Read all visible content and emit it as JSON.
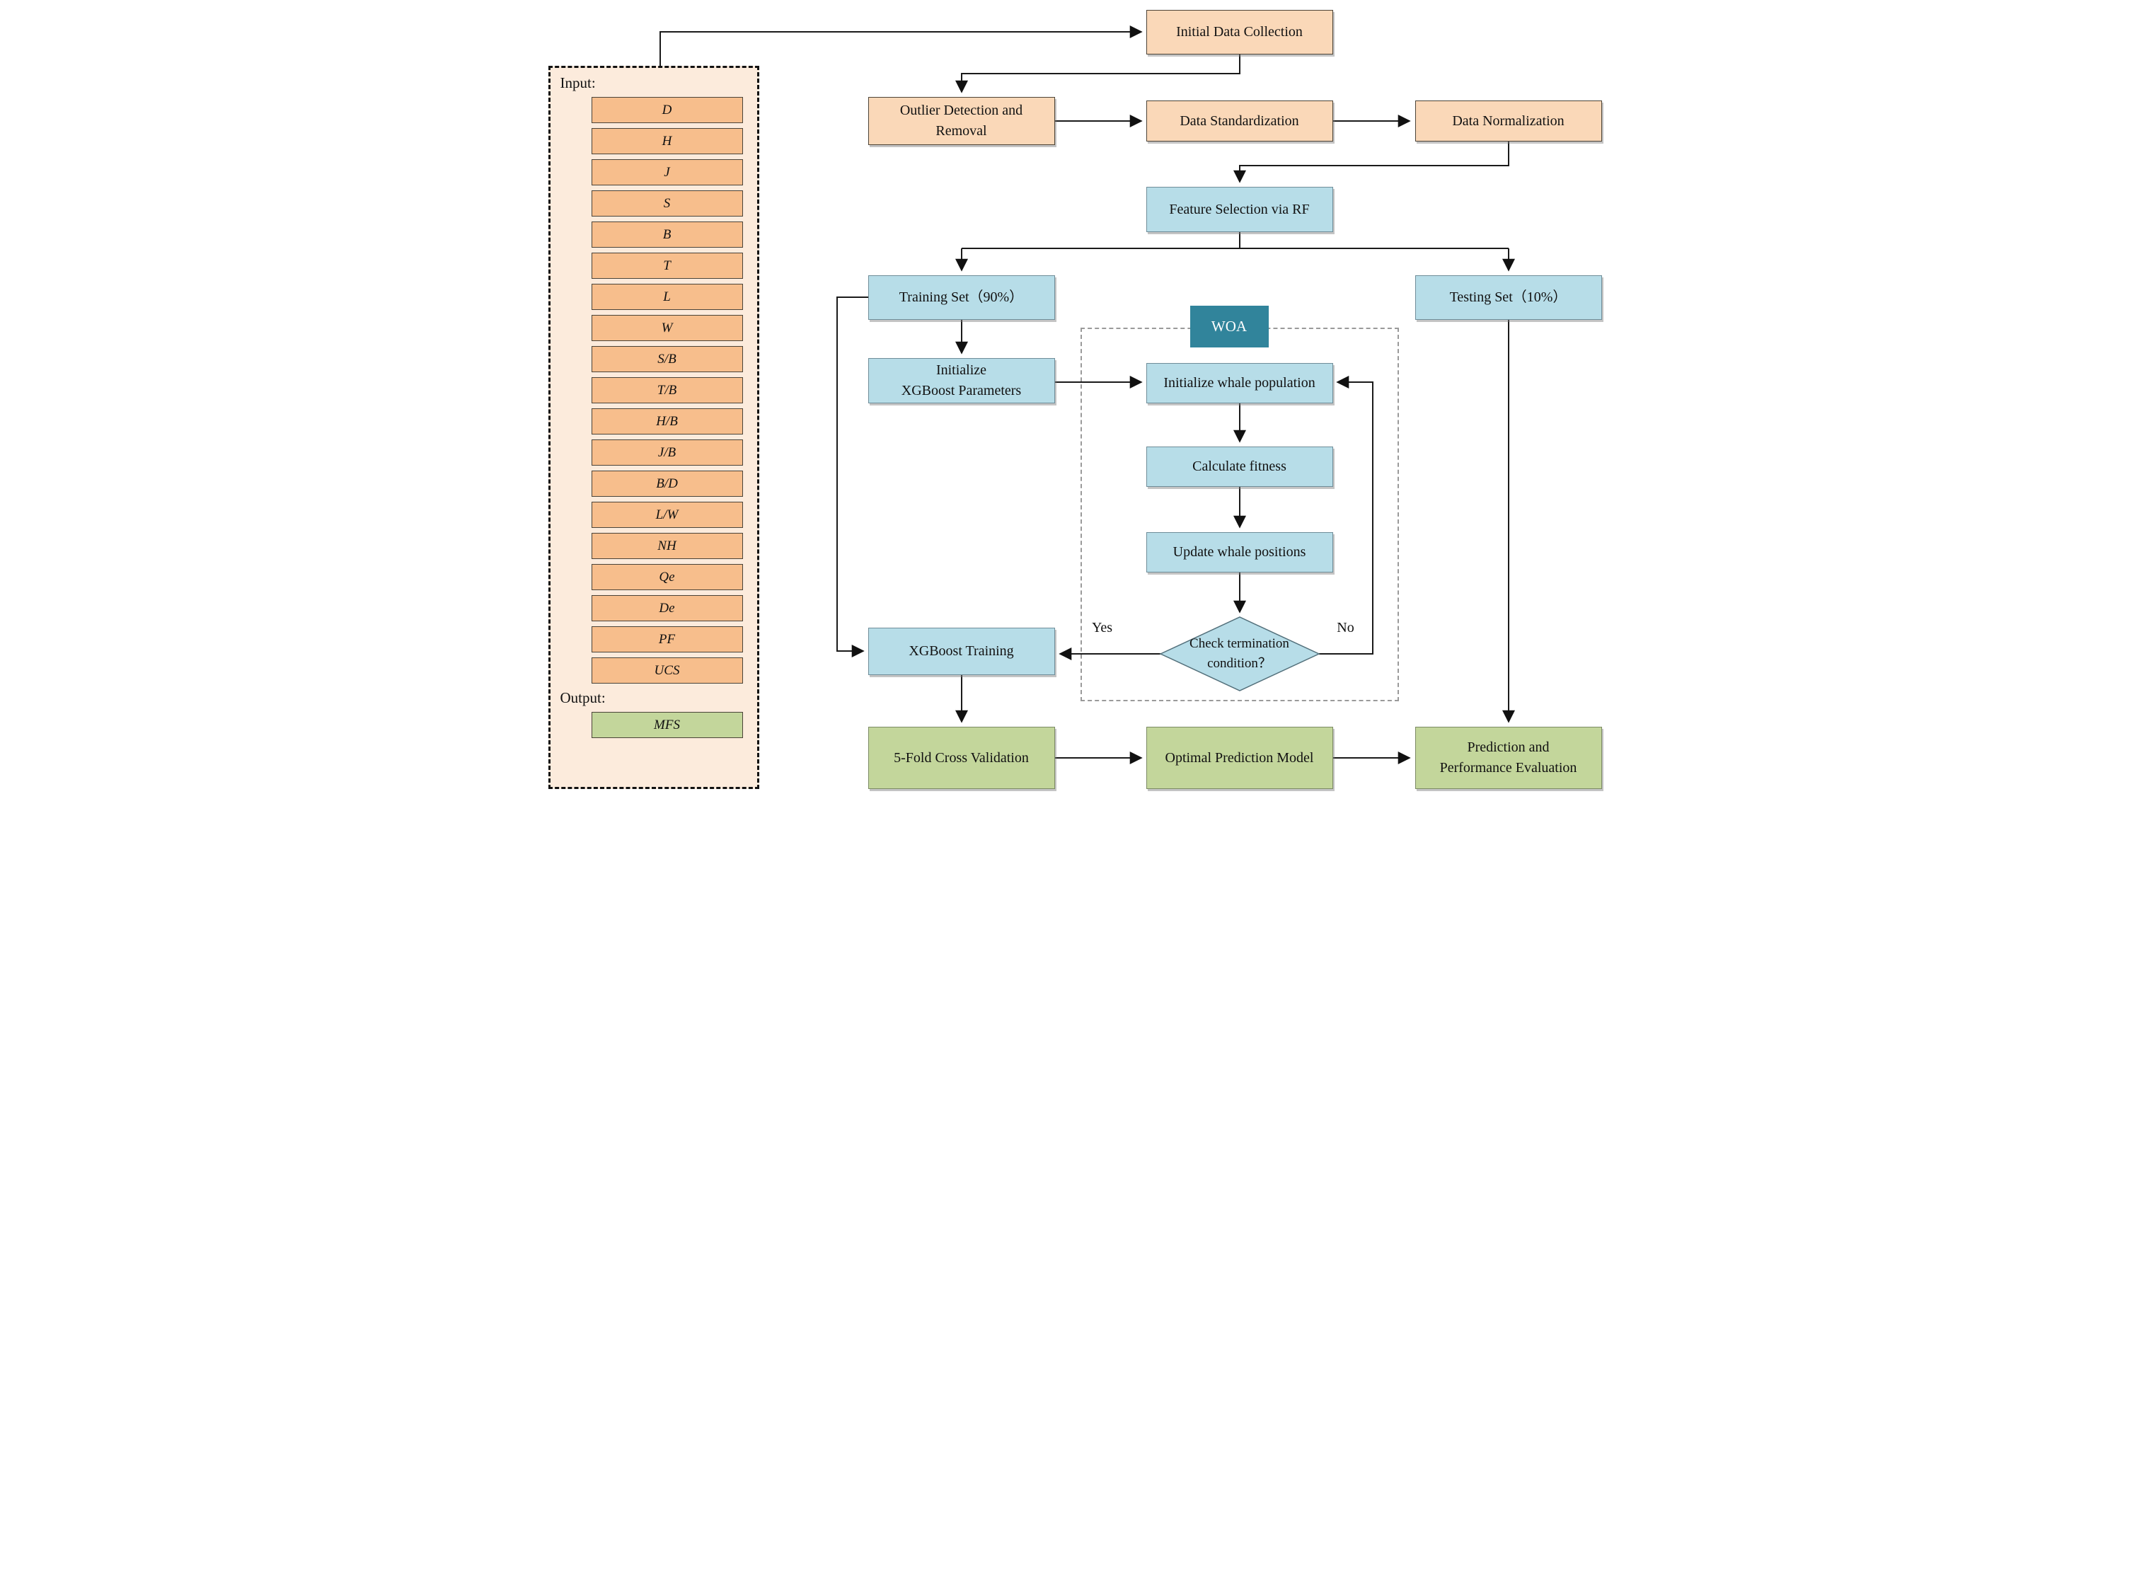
{
  "diagram": {
    "panel": {
      "input_label": "Input:",
      "output_label": "Output:",
      "inputs": [
        "D",
        "H",
        "J",
        "S",
        "B",
        "T",
        "L",
        "W",
        "S/B",
        "T/B",
        "H/B",
        "J/B",
        "B/D",
        "L/W",
        "NH",
        "Qe",
        "De",
        "PF",
        "UCS"
      ],
      "output": "MFS"
    },
    "nodes": {
      "initial_data_collection": "Initial Data Collection",
      "outlier": {
        "l1": "Outlier Detection and",
        "l2": "Removal"
      },
      "data_standardization": "Data Standardization",
      "data_normalization": "Data Normalization",
      "feature_selection": "Feature Selection via RF",
      "training_set": "Training Set（90%）",
      "testing_set": "Testing Set（10%）",
      "woa": "WOA",
      "init_xgboost": {
        "l1": "Initialize",
        "l2": "XGBoost Parameters"
      },
      "init_whale": "Initialize whale population",
      "calculate_fitness": "Calculate fitness",
      "update_whale": "Update whale positions",
      "check_termination": {
        "l1": "Check termination",
        "l2": "condition？"
      },
      "xgboost_training": "XGBoost Training",
      "cross_validation": "5-Fold Cross Validation",
      "optimal_model": "Optimal Prediction Model",
      "prediction_eval": {
        "l1": "Prediction and",
        "l2": "Performance Evaluation"
      }
    },
    "edge_labels": {
      "yes": "Yes",
      "no": "No"
    },
    "colors": {
      "peach_fill": "#FAD8B8",
      "peach_panel": "#FCEBDC",
      "orange_fill": "#F7BE8C",
      "blue_fill": "#B7DDE8",
      "green_fill": "#C3D69B",
      "teal_fill": "#31849B",
      "line": "#1a1a1a"
    }
  }
}
